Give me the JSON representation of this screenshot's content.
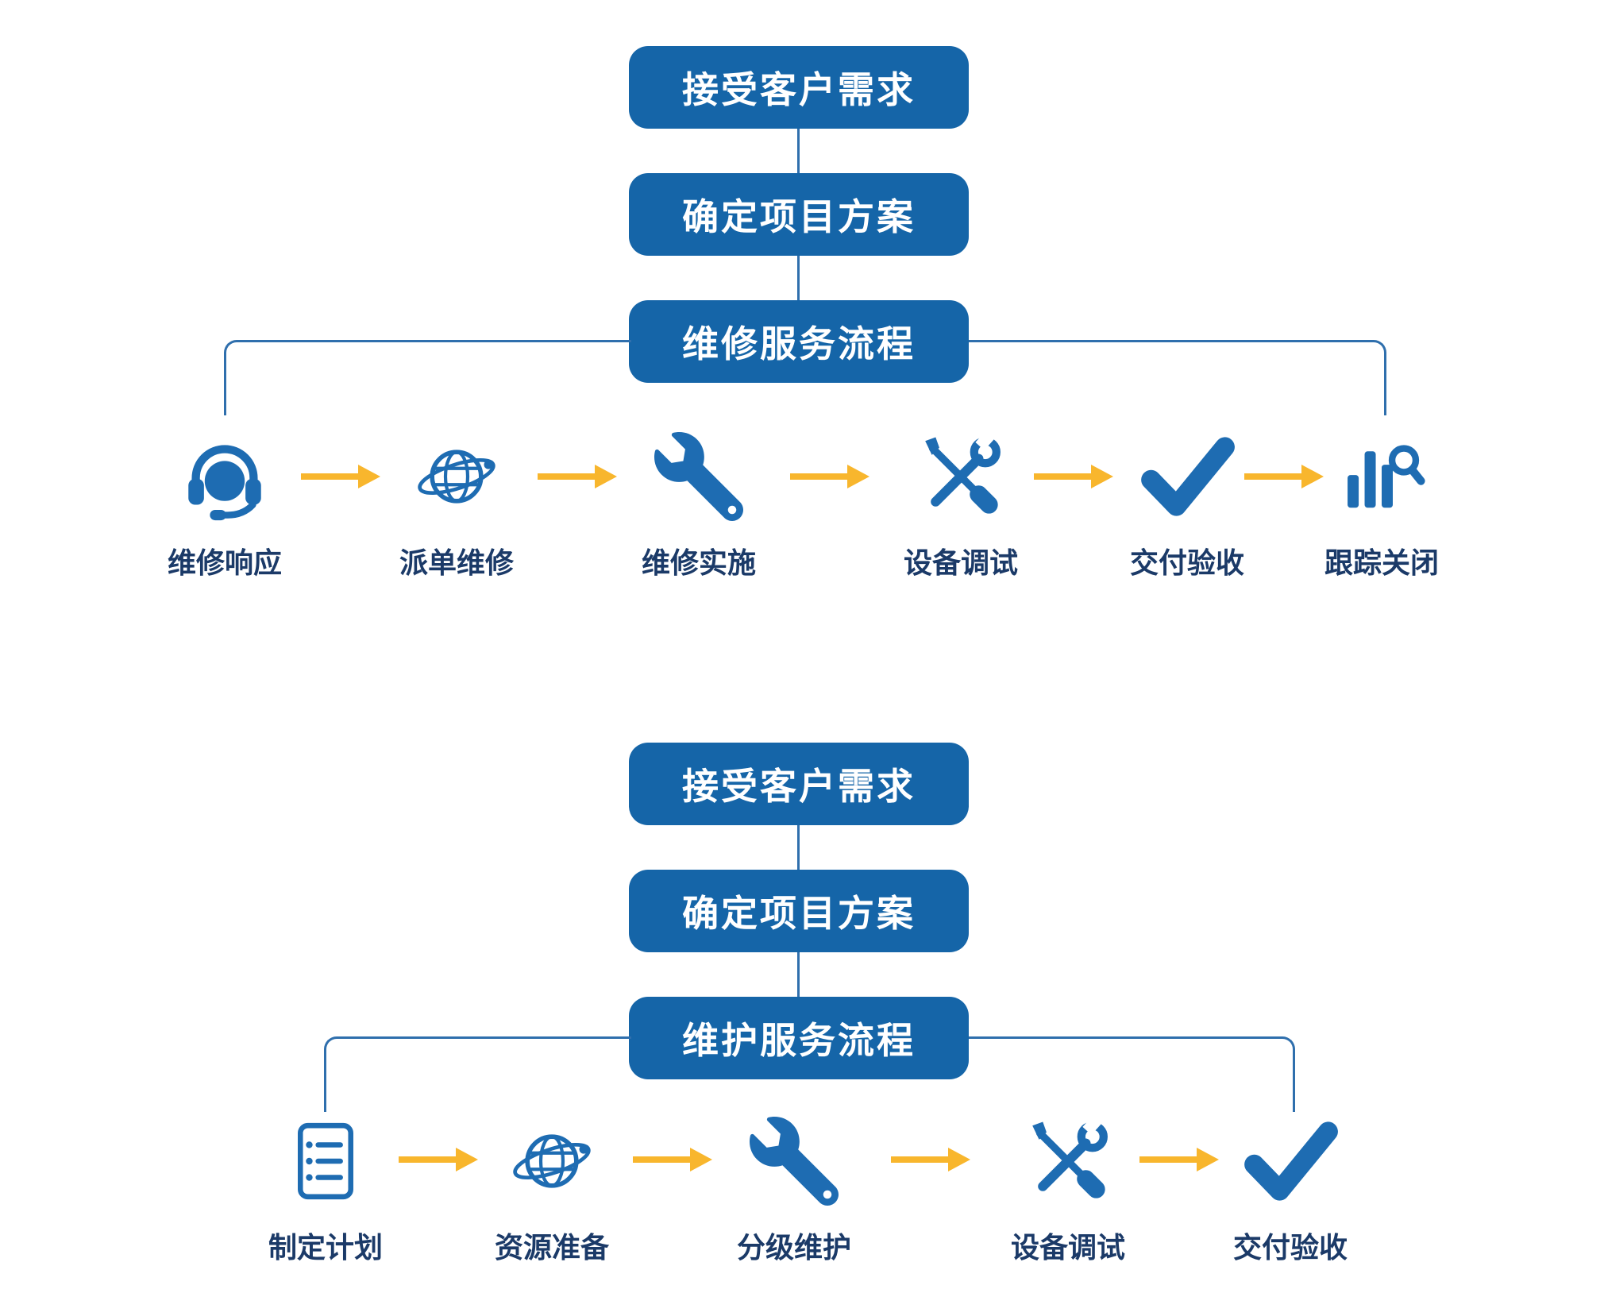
{
  "colors": {
    "box_blue": "#1565a8",
    "icon_blue": "#1e6cb2",
    "arrow_yellow": "#f8b62d",
    "label_dark": "#1b3a68",
    "line_blue": "#2f6fad",
    "bg": "#ffffff"
  },
  "flows": [
    {
      "id": "repair-service-flow",
      "header_boxes": [
        "接受客户需求",
        "确定项目方案",
        "维修服务流程"
      ],
      "steps": [
        {
          "label": "维修响应",
          "icon": "headset-icon"
        },
        {
          "label": "派单维修",
          "icon": "globe-orbit-icon"
        },
        {
          "label": "维修实施",
          "icon": "wrench-icon"
        },
        {
          "label": "设备调试",
          "icon": "crossed-tools-icon"
        },
        {
          "label": "交付验收",
          "icon": "checkmark-icon"
        },
        {
          "label": "跟踪关闭",
          "icon": "chart-magnifier-icon"
        }
      ],
      "connector_icon": "arrow-right-icon"
    },
    {
      "id": "maintenance-service-flow",
      "header_boxes": [
        "接受客户需求",
        "确定项目方案",
        "维护服务流程"
      ],
      "steps": [
        {
          "label": "制定计划",
          "icon": "plan-list-icon"
        },
        {
          "label": "资源准备",
          "icon": "globe-orbit-icon"
        },
        {
          "label": "分级维护",
          "icon": "wrench-icon"
        },
        {
          "label": "设备调试",
          "icon": "crossed-tools-icon"
        },
        {
          "label": "交付验收",
          "icon": "checkmark-icon"
        }
      ],
      "connector_icon": "arrow-right-icon"
    }
  ]
}
